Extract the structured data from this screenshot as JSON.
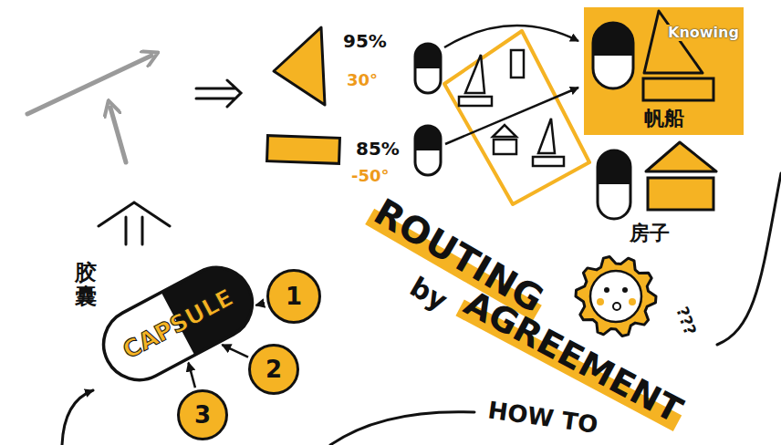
{
  "diagram": {
    "nodes": [
      {
        "text": [
          "帆船"
        ]
      },
      {
        "text": [
          "CAPSULE"
        ]
      },
      {
        "text": [
          "1"
        ]
      },
      {
        "text": [
          "2"
        ]
      },
      {
        "text": [
          "3"
        ]
      }
    ],
    "edges": [
      {
        "from": 2,
        "to": 1,
        "arrow": "to"
      },
      {
        "from": 3,
        "to": 1,
        "arrow": "to"
      },
      {
        "from": 4,
        "to": 1,
        "arrow": "to"
      }
    ],
    "labels": [
      "95%",
      "30°",
      "85%",
      "-50°",
      "Knowing",
      "房子",
      "胶囊",
      "ROUTING",
      "by",
      "AGREEMENT",
      "???",
      "HOW TO"
    ]
  }
}
